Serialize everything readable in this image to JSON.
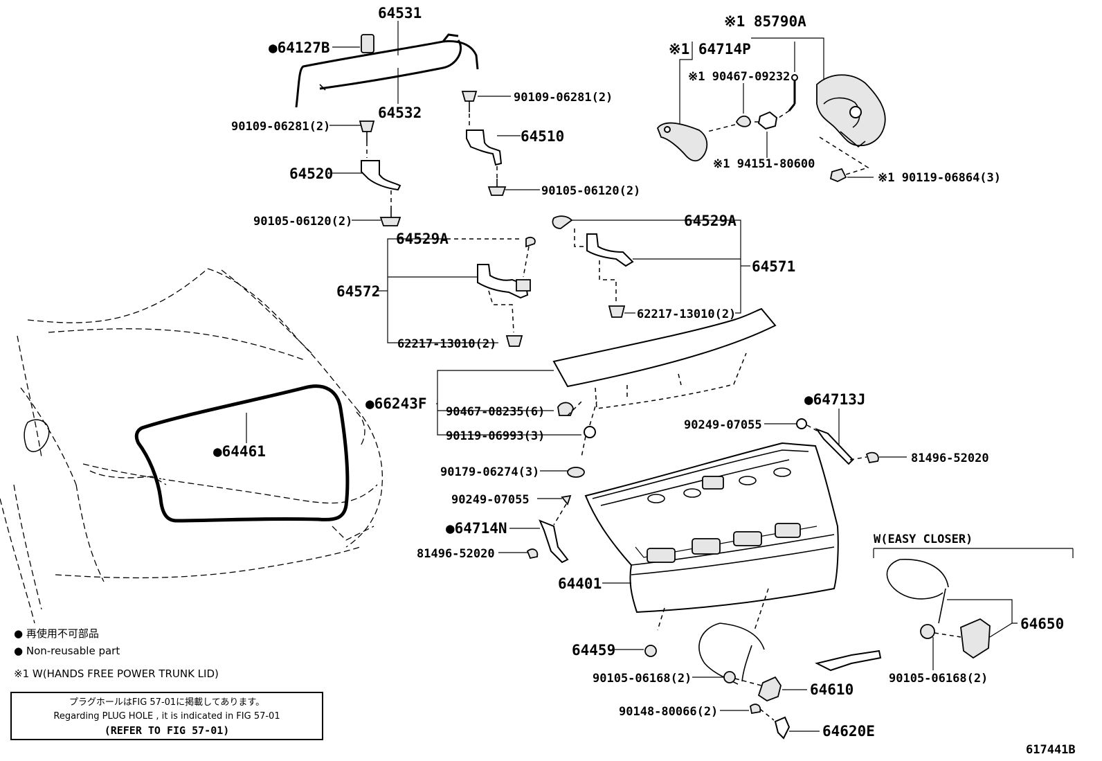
{
  "labels": {
    "p64531": "64531",
    "p64127B": "●64127B",
    "p64532": "64532",
    "p90109a": "90109-06281(2)",
    "p90109b": "90109-06281(2)",
    "p64510": "64510",
    "p64520": "64520",
    "p90105a": "90105-06120(2)",
    "p90105b": "90105-06120(2)",
    "p85790A": "※1 85790A",
    "p64714P": "※1 64714P",
    "p90467_09232": "※1 90467-09232",
    "p94151": "※1 94151-80600",
    "p90119_06864": "※1 90119-06864(3)",
    "p64529A_r": "64529A",
    "p64529A_l": "64529A",
    "p64571": "64571",
    "p64572": "64572",
    "p62217_r": "62217-13010(2)",
    "p62217_l": "62217-13010(2)",
    "p66243F": "●66243F",
    "p90467_08235": "90467-08235(6)",
    "p90119_06993": "90119-06993(3)",
    "p90179": "90179-06274(3)",
    "p64461": "●64461",
    "p64713J": "●64713J",
    "p90249_r": "90249-07055",
    "p81496_r": "81496-52020",
    "p90249_l": "90249-07055",
    "p64714N": "●64714N",
    "p81496_l": "81496-52020",
    "p64401": "64401",
    "p64650": "64650",
    "p64459": "64459",
    "p90105_06168_l": "90105-06168(2)",
    "p90105_06168_r": "90105-06168(2)",
    "p64610": "64610",
    "p90148": "90148-80066(2)",
    "p64620E": "64620E",
    "easy_closer": "W(EASY CLOSER)"
  },
  "legend": {
    "jp": "● 再使用不可部品",
    "en": "● Non-reusable part",
    "note1": "※1 W(HANDS FREE POWER TRUNK LID)"
  },
  "note_box": {
    "line1": "プラグホールはFIG 57-01に掲載してあります。",
    "line2": "Regarding  PLUG  HOLE , it is indicated in FIG  57-01",
    "line3": "(REFER TO FIG 57-01)"
  },
  "figure_id": "617441B"
}
